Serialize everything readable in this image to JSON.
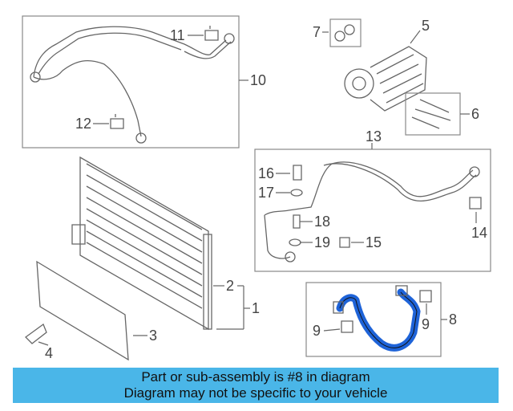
{
  "callouts": {
    "c1": "1",
    "c2": "2",
    "c3": "3",
    "c4": "4",
    "c5": "5",
    "c6": "6",
    "c7": "7",
    "c8": "8",
    "c9a": "9",
    "c9b": "9",
    "c10": "10",
    "c11": "11",
    "c12": "12",
    "c13": "13",
    "c14": "14",
    "c15": "15",
    "c16": "16",
    "c17": "17",
    "c18": "18",
    "c19": "19"
  },
  "colors": {
    "highlight_line": "#1e63d8",
    "banner": "#4ab6e8"
  },
  "banner": {
    "line1": "Part or sub-assembly is #8 in diagram",
    "line2": "Diagram may not be specific to your vehicle"
  }
}
